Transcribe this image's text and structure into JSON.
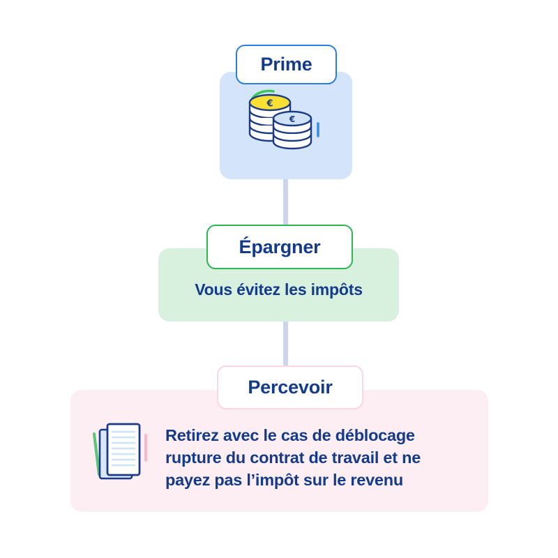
{
  "diagram": {
    "title_flow": [
      "Prime",
      "Épargner",
      "Percevoir"
    ],
    "steps": [
      {
        "key": "prime",
        "label": "Prime",
        "icon": "coins-euro-icon",
        "body": "",
        "panel_color": "#d4e4fb",
        "chip_border_color": "#2a7de1"
      },
      {
        "key": "epargner",
        "label": "Épargner",
        "icon": "",
        "body": "Vous évitez les impôts",
        "panel_color": "#d8f1de",
        "chip_border_color": "#2eb553"
      },
      {
        "key": "percevoir",
        "label": "Percevoir",
        "icon": "documents-icon",
        "body": "Retirez avec le cas de déblocage rupture du contrat de travail et ne payez pas l’impôt sur le revenu",
        "panel_color": "#fdeef3",
        "chip_border_color": "#fbd7e3"
      }
    ],
    "colors": {
      "text_navy": "#143a8c",
      "connector": "#ccd6e8",
      "coin_gold": "#fae033",
      "coin_light_blue": "#cfe2f7",
      "accent_green": "#3cc75a",
      "accent_pink": "#f9b9cc",
      "outline_navy": "#1b3a86"
    },
    "icon_names": {
      "coins": "coins-euro-icon",
      "documents": "documents-icon"
    },
    "currency_symbol": "€"
  }
}
